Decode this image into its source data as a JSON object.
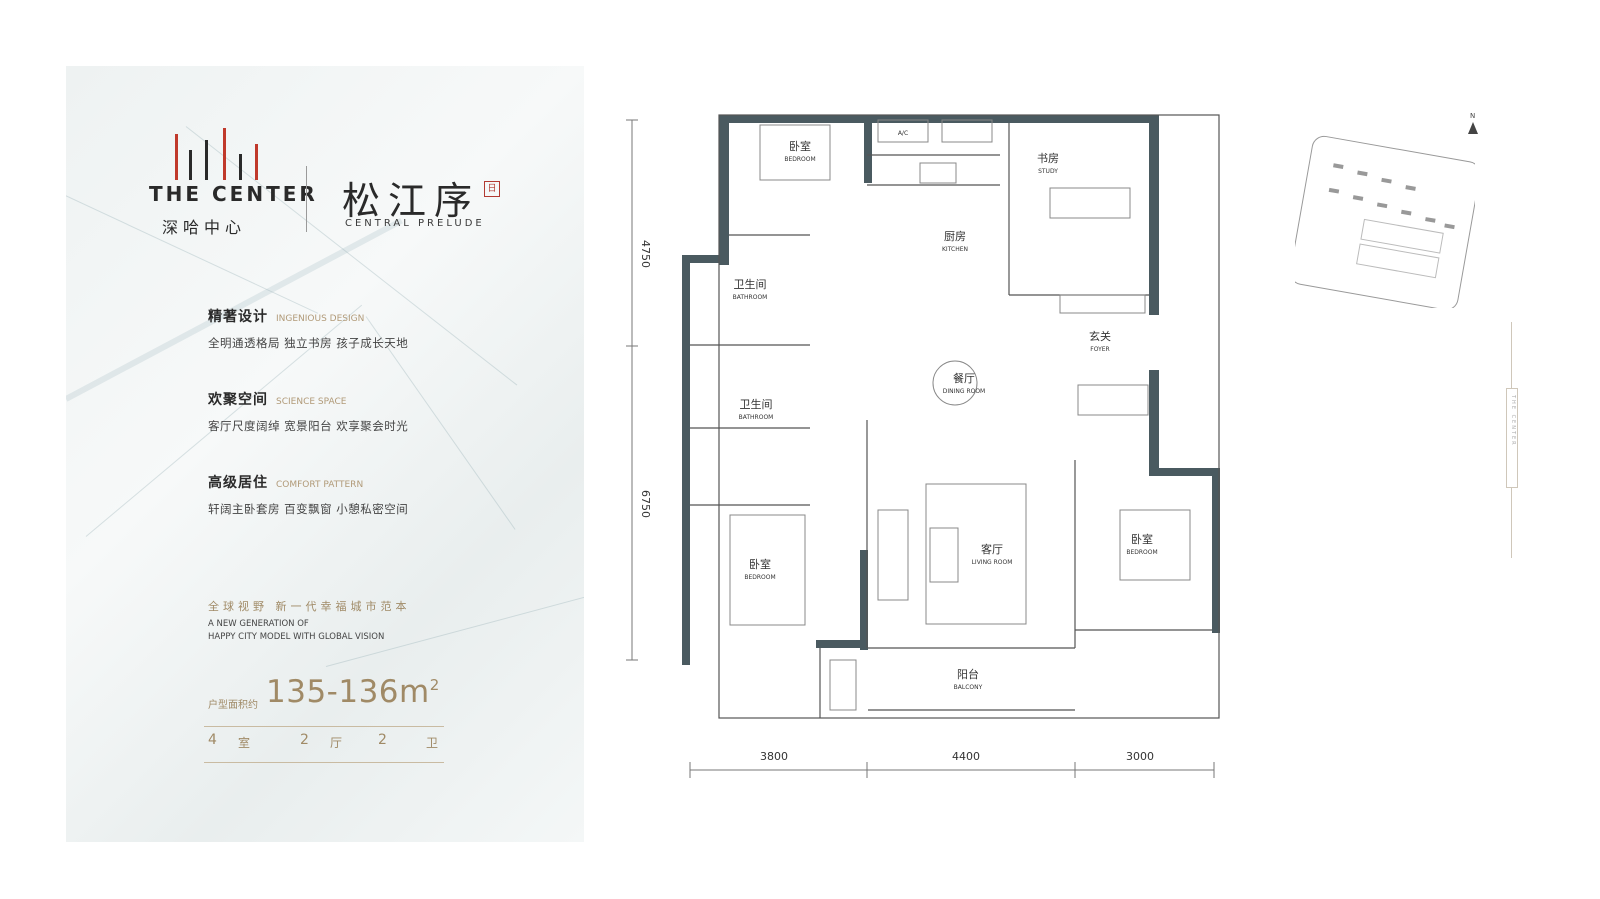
{
  "brand": {
    "logo_en": "THE CENTER",
    "logo_cn": "深哈中心",
    "project_cn": "松江序",
    "project_seal": "日",
    "project_en": "CENTRAL PRELUDE"
  },
  "features": [
    {
      "title": "精著设计",
      "title_en": "INGENIOUS DESIGN",
      "desc": "全明通透格局   独立书房   孩子成长天地"
    },
    {
      "title": "欢聚空间",
      "title_en": "SCIENCE SPACE",
      "desc": "客厅尺度阔绰   宽景阳台   欢享聚会时光"
    },
    {
      "title": "高级居住",
      "title_en": "COMFORT PATTERN",
      "desc": "轩阔主卧套房   百变飘窗   小憩私密空间"
    }
  ],
  "slogan": {
    "cn": "全球视野  新一代幸福城市范本",
    "en_line1": "A NEW GENERATION OF",
    "en_line2": "HAPPY CITY MODEL WITH GLOBAL VISION"
  },
  "area": {
    "label": "户型面积约",
    "value": "135-136m",
    "unit_sup": "2"
  },
  "rooms": {
    "bedroom_count": "4",
    "bedroom_unit": "室",
    "hall_count": "2",
    "hall_unit": "厅",
    "bath_count": "2",
    "bath_unit": "卫"
  },
  "plan": {
    "rooms": [
      {
        "cn": "卧室",
        "en": "BEDROOM"
      },
      {
        "cn": "书房",
        "en": "STUDY"
      },
      {
        "cn": "厨房",
        "en": "KITCHEN"
      },
      {
        "cn": "卫生间",
        "en": "BATHROOM"
      },
      {
        "cn": "卫生间",
        "en": "BATHROOM"
      },
      {
        "cn": "玄关",
        "en": "FOYER"
      },
      {
        "cn": "餐厅",
        "en": "DINING ROOM"
      },
      {
        "cn": "卧室",
        "en": "BEDROOM"
      },
      {
        "cn": "客厅",
        "en": "LIVING ROOM"
      },
      {
        "cn": "卧室",
        "en": "BEDROOM"
      },
      {
        "cn": "阳台",
        "en": "BALCONY"
      }
    ],
    "ac_label": "A/C",
    "dims_h": [
      "3800",
      "4400",
      "3000"
    ],
    "dims_v": [
      "4750",
      "6750"
    ]
  },
  "keyplan": {
    "north": "N"
  },
  "deco_text": "THE CENTER",
  "colors": {
    "accent_gold": "#a08a66",
    "wall": "#4a5a60",
    "seal_red": "#b23a32",
    "logo_red": "#c0392b"
  }
}
